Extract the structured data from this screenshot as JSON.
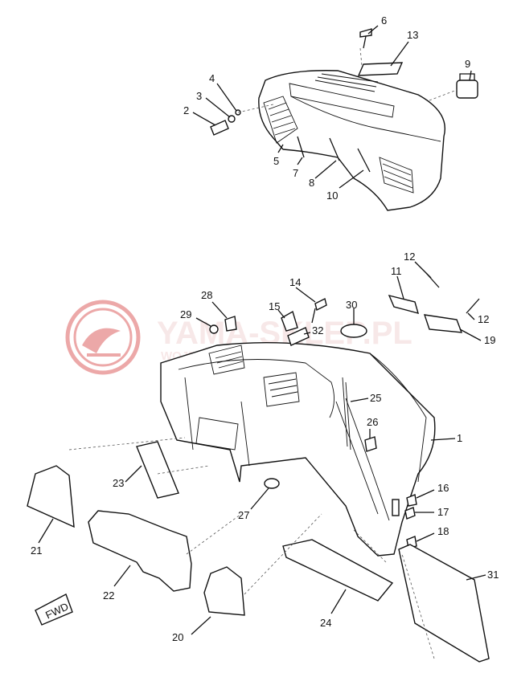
{
  "watermark": {
    "brand": "YAMA-SKLEP.PL",
    "tagline": "WOJDIG YAMAHA DEALER YAMAHA",
    "color": "#e06060"
  },
  "direction_badge": "FWD",
  "callouts": [
    {
      "id": "c6",
      "text": "6"
    },
    {
      "id": "c13",
      "text": "13"
    },
    {
      "id": "c9",
      "text": "9"
    },
    {
      "id": "c4",
      "text": "4"
    },
    {
      "id": "c3",
      "text": "3"
    },
    {
      "id": "c2",
      "text": "2"
    },
    {
      "id": "c5",
      "text": "5"
    },
    {
      "id": "c7",
      "text": "7"
    },
    {
      "id": "c8",
      "text": "8"
    },
    {
      "id": "c10",
      "text": "10"
    },
    {
      "id": "c12a",
      "text": "12"
    },
    {
      "id": "c11",
      "text": "11"
    },
    {
      "id": "c12b",
      "text": "12"
    },
    {
      "id": "c19",
      "text": "19"
    },
    {
      "id": "c14",
      "text": "14"
    },
    {
      "id": "c28",
      "text": "28"
    },
    {
      "id": "c15",
      "text": "15"
    },
    {
      "id": "c30",
      "text": "30"
    },
    {
      "id": "c29",
      "text": "29"
    },
    {
      "id": "c32",
      "text": "32"
    },
    {
      "id": "c25",
      "text": "25"
    },
    {
      "id": "c26",
      "text": "26"
    },
    {
      "id": "c1",
      "text": "1"
    },
    {
      "id": "c23",
      "text": "23"
    },
    {
      "id": "c16",
      "text": "16"
    },
    {
      "id": "c17",
      "text": "17"
    },
    {
      "id": "c18",
      "text": "18"
    },
    {
      "id": "c27",
      "text": "27"
    },
    {
      "id": "c21",
      "text": "21"
    },
    {
      "id": "c22",
      "text": "22"
    },
    {
      "id": "c31",
      "text": "31"
    },
    {
      "id": "c24",
      "text": "24"
    },
    {
      "id": "c20",
      "text": "20"
    }
  ]
}
